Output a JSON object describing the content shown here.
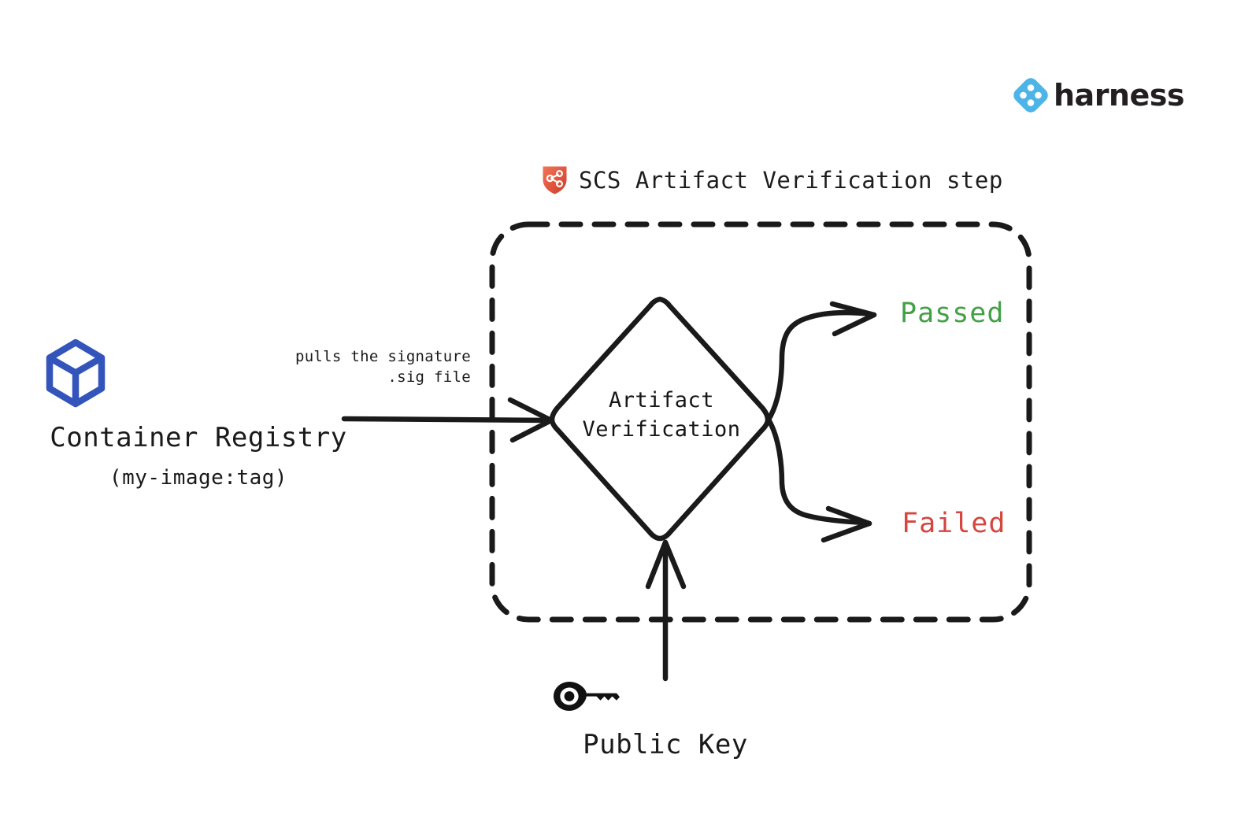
{
  "brand": {
    "logo_icon": "harness-diamond-logo-icon",
    "wordmark": "harness",
    "logo_color": "#4db4e8",
    "wordmark_color": "#231f20"
  },
  "step": {
    "icon": "scs-shield-icon",
    "icon_color": "#e2543c",
    "title": "SCS Artifact Verification step"
  },
  "source": {
    "icon": "container-cube-icon",
    "icon_color": "#3355bb",
    "label": "Container Registry",
    "sublabel": "(my-image:tag)"
  },
  "edges": {
    "pull_label_line1": "pulls the signature",
    "pull_label_line2": ".sig file"
  },
  "process": {
    "label_line1": "Artifact",
    "label_line2": "Verification"
  },
  "outcomes": [
    {
      "label": "Passed",
      "color": "#43a047"
    },
    {
      "label": "Failed",
      "color": "#d6453f"
    }
  ],
  "key": {
    "icon": "key-icon",
    "icon_color": "#111111",
    "label": "Public Key"
  },
  "colors": {
    "stroke": "#1a1a1a",
    "background": "#ffffff"
  }
}
